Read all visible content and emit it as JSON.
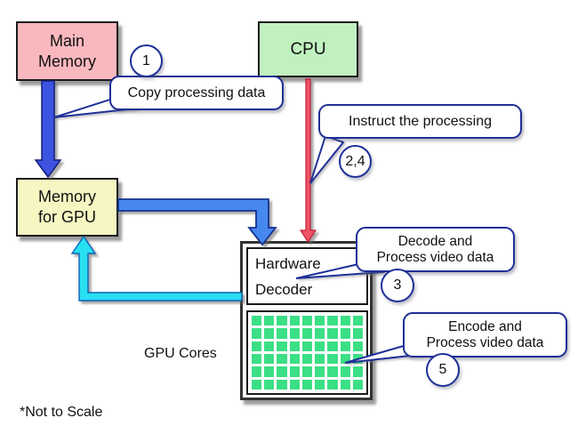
{
  "colors": {
    "navy": "#1f3097",
    "arrow_blue1": "#3d54e2",
    "arrow_blue1_edge": "#141f7a",
    "arrow_blue2": "#4788ee",
    "arrow_blue2_edge": "#16338f",
    "arrow_cyan": "#28e0f2",
    "arrow_cyan_edge": "#0e63b8",
    "arrow_red": "#ee5566",
    "arrow_red_edge": "#c41e3a",
    "box_pink": "#f8b8be",
    "box_green": "#c2f1c0",
    "box_yellow": "#f6f6c3",
    "core_green": "#3bdf85"
  },
  "boxes": {
    "main_memory": {
      "line1": "Main",
      "line2": "Memory"
    },
    "cpu": {
      "label": "CPU"
    },
    "memory_gpu": {
      "line1": "Memory",
      "line2": "for GPU"
    },
    "decoder": {
      "line1": "Hardware",
      "line2": "Decoder"
    }
  },
  "callouts": {
    "copy": {
      "text": "Copy processing data",
      "badge": "1"
    },
    "instruct": {
      "text": "Instruct the processing",
      "badge": "2,4"
    },
    "decode": {
      "line1": "Decode and",
      "line2": "Process video data",
      "badge": "3"
    },
    "encode": {
      "line1": "Encode and",
      "line2": "Process video data",
      "badge": "5"
    }
  },
  "labels": {
    "gpu_cores": "GPU Cores",
    "not_to_scale": "*Not to Scale"
  },
  "gpu_grid": {
    "rows": 6,
    "cols": 9
  }
}
